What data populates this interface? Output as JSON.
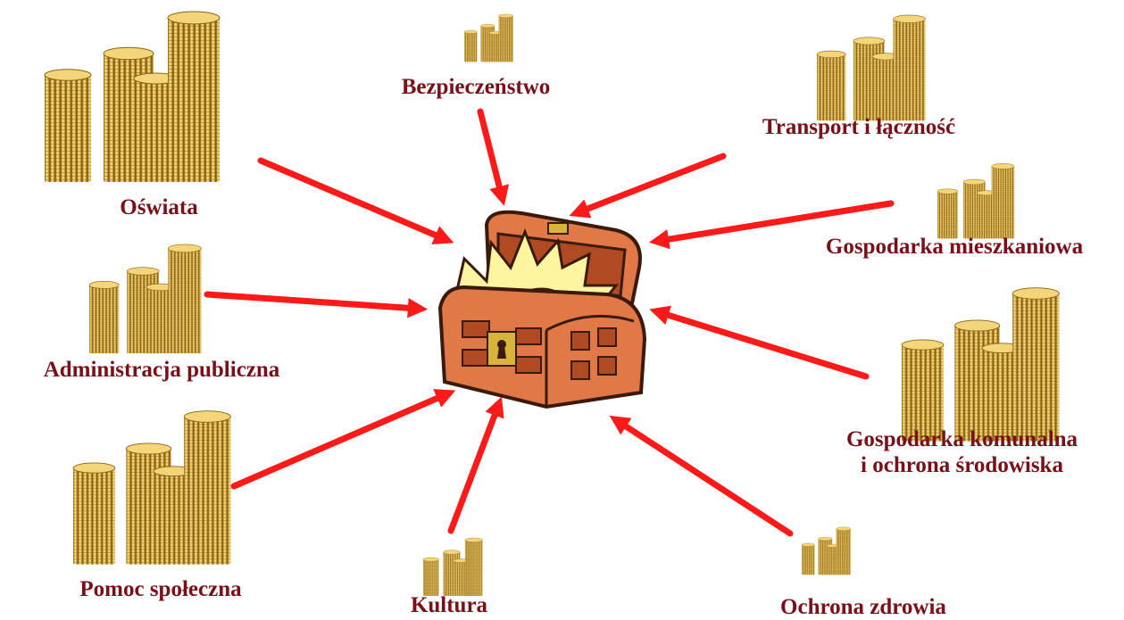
{
  "diagram": {
    "center": {
      "icon": "treasure-chest-icon"
    },
    "categories": [
      {
        "id": "oswiata",
        "lines": [
          "Oświata"
        ],
        "coin_amount": "large"
      },
      {
        "id": "bezpieczenstwo",
        "lines": [
          "Bezpieczeństwo"
        ],
        "coin_amount": "small"
      },
      {
        "id": "transport",
        "lines": [
          "Transport i łączność"
        ],
        "coin_amount": "medium"
      },
      {
        "id": "mieszkaniowa",
        "lines": [
          "Gospodarka mieszkaniowa"
        ],
        "coin_amount": "medium"
      },
      {
        "id": "komunalna",
        "lines": [
          "Gospodarka komunalna",
          "i ochrona środowiska"
        ],
        "coin_amount": "large"
      },
      {
        "id": "zdrowie",
        "lines": [
          "Ochrona zdrowia"
        ],
        "coin_amount": "small"
      },
      {
        "id": "kultura",
        "lines": [
          "Kultura"
        ],
        "coin_amount": "small"
      },
      {
        "id": "pomoc",
        "lines": [
          "Pomoc społeczna"
        ],
        "coin_amount": "large"
      },
      {
        "id": "administracja",
        "lines": [
          "Administracja publiczna"
        ],
        "coin_amount": "medium"
      }
    ],
    "colors": {
      "label": "#7a0f18",
      "arrow": "#ff1a1a",
      "coin": "#c89a2c",
      "chest": "#e07848"
    }
  }
}
